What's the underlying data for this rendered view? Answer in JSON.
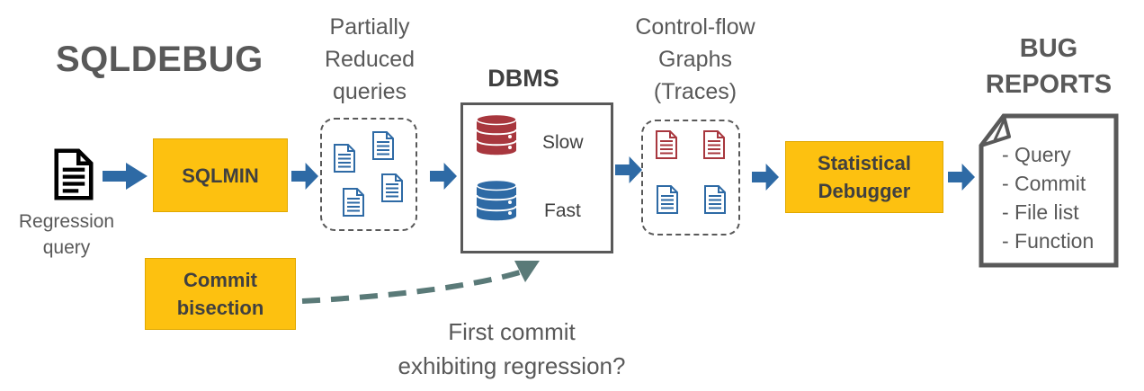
{
  "title": "SQLDEBUG",
  "input": {
    "label_line1": "Regression",
    "label_line2": "query"
  },
  "sqlmin": {
    "label": "SQLMIN"
  },
  "partial": {
    "line1": "Partially",
    "line2": "Reduced",
    "line3": "queries"
  },
  "dbms": {
    "title": "DBMS",
    "slow": "Slow",
    "fast": "Fast"
  },
  "cfg": {
    "line1": "Control-flow",
    "line2": "Graphs",
    "line3": "(Traces)"
  },
  "debugger": {
    "line1": "Statistical",
    "line2": "Debugger"
  },
  "bug_reports": {
    "title_line1": "BUG",
    "title_line2": "REPORTS",
    "items": [
      "- Query",
      "- Commit",
      "- File list",
      "- Function"
    ]
  },
  "bisection": {
    "line1": "Commit",
    "line2": "bisection"
  },
  "question": {
    "line1": "First commit",
    "line2": "exhibiting regression?"
  },
  "colors": {
    "yellow": "#fdc110",
    "blue": "#2e6aa5",
    "red": "#a8373e",
    "gray": "#595959",
    "teal": "#5a7a78"
  },
  "icons": {
    "query": "document-icon",
    "doc_blue": "document-icon",
    "doc_red": "document-icon",
    "db": "database-icon"
  }
}
